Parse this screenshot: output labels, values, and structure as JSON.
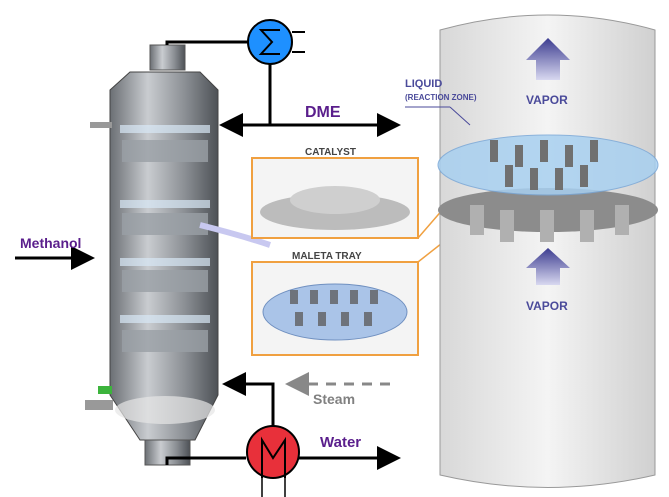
{
  "labels": {
    "dme": "DME",
    "methanol": "Methanol",
    "steam": "Steam",
    "water": "Water",
    "catalyst": "CATALYST",
    "maleta_tray": "MALETA TRAY",
    "liquid": "LIQUID",
    "reaction_zone": "(REACTION ZONE)",
    "vapor_top": "VAPOR",
    "vapor_bottom": "VAPOR"
  },
  "colors": {
    "flow_label": "#5a1e8c",
    "steam": "#808080",
    "condenser": "#1e90ff",
    "reboiler": "#e8303a",
    "callout_border": "#f0a040",
    "vapor_arrow": "#4a4a9a",
    "liquid_text": "#4a4a9a"
  },
  "icons": {
    "condenser": "heat-exchanger-condenser-icon",
    "reboiler": "heat-exchanger-reboiler-icon"
  }
}
